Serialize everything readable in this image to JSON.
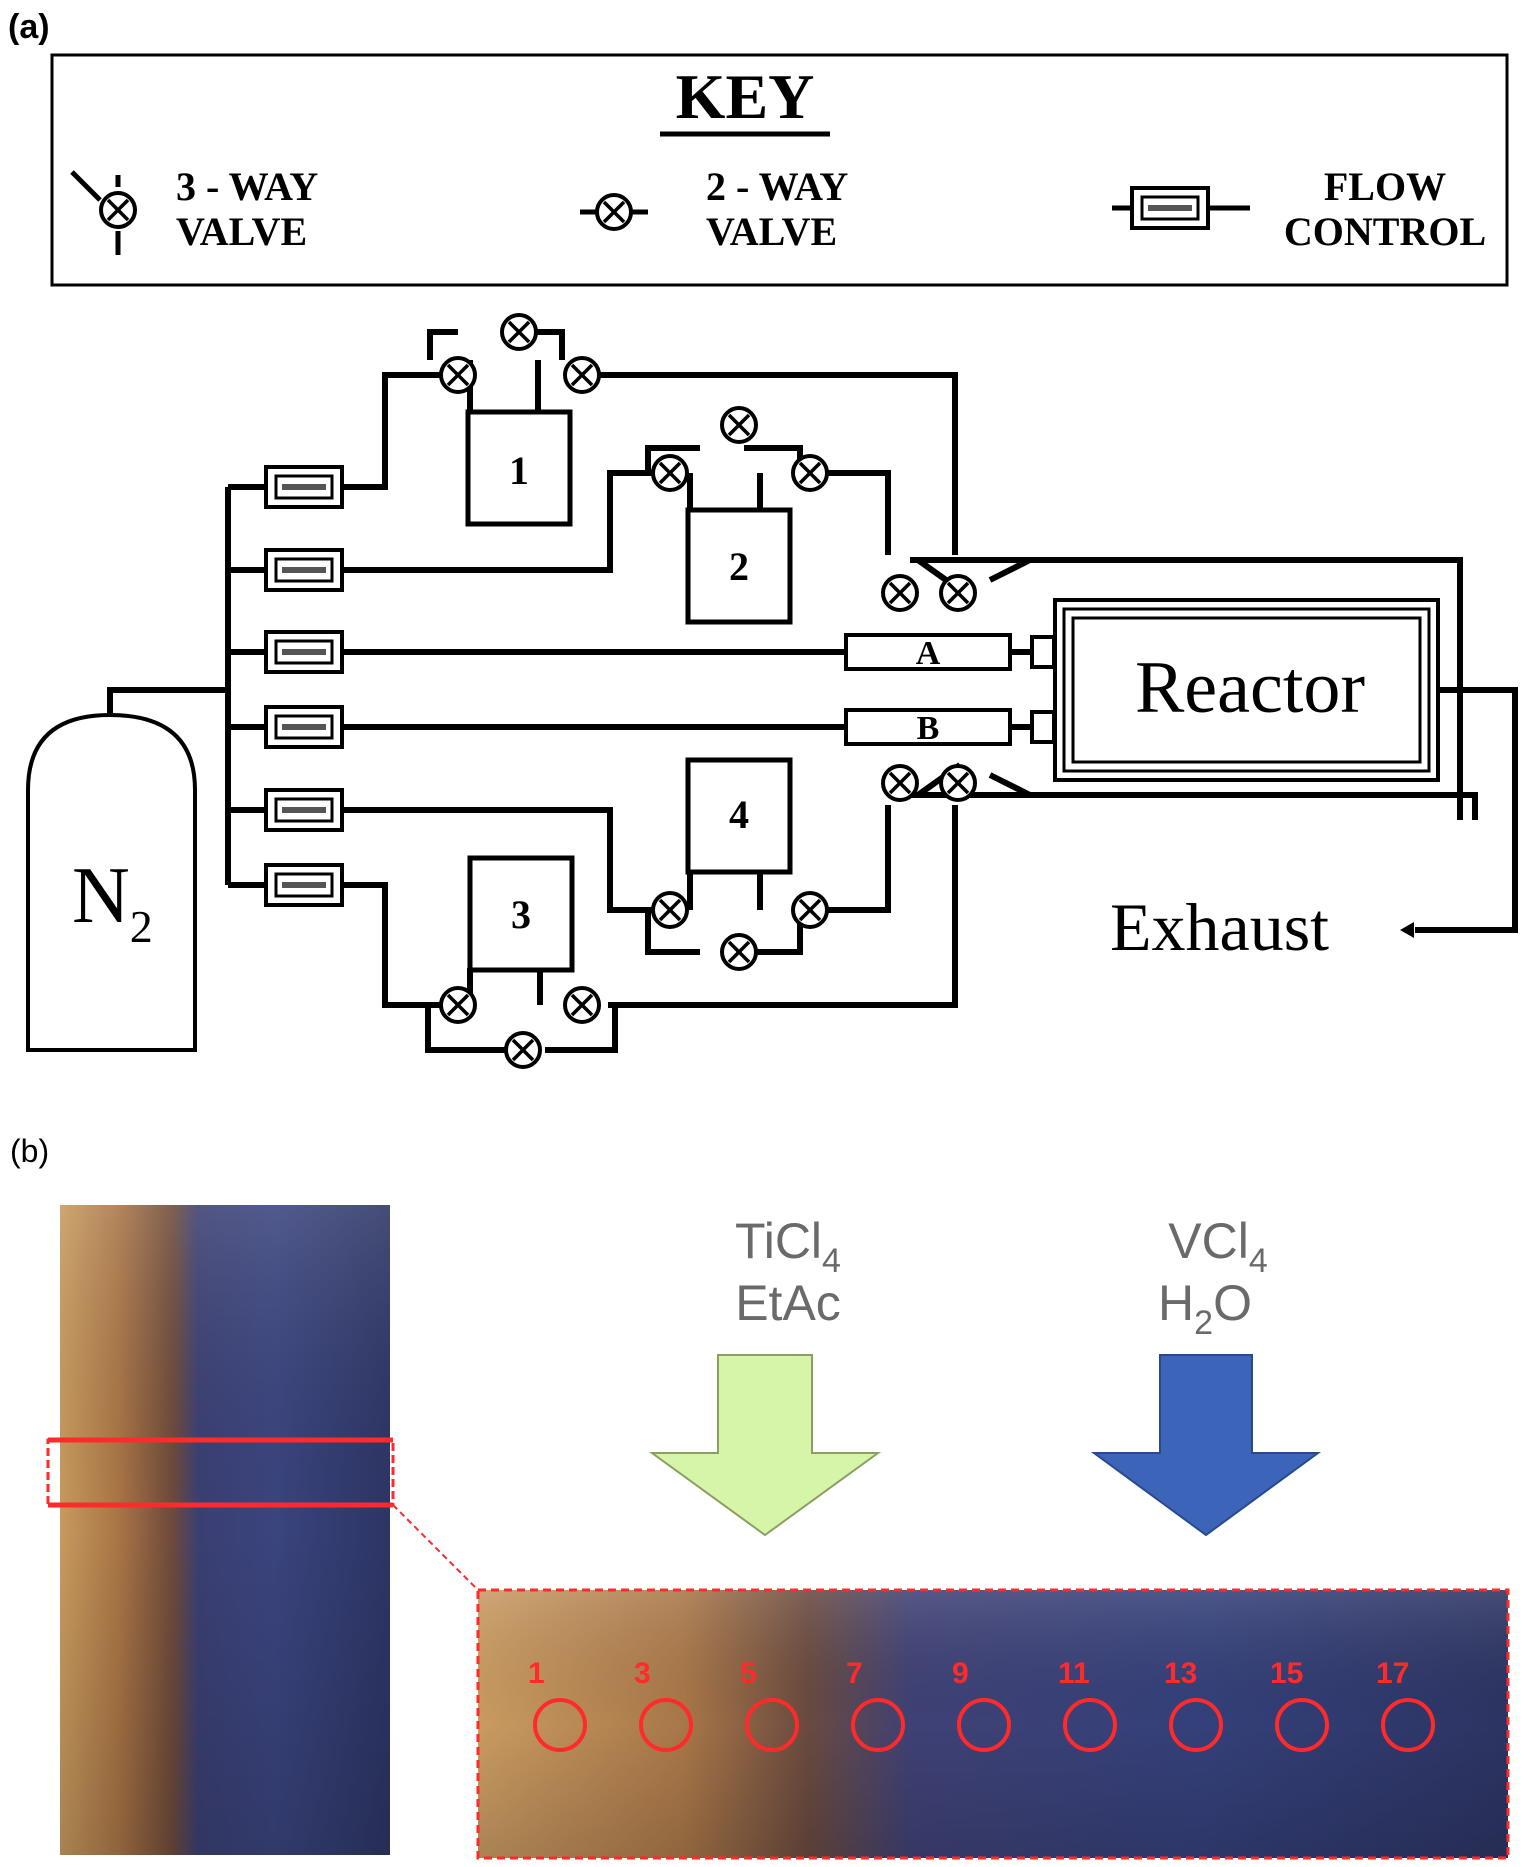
{
  "panel_a": {
    "label": "(a)",
    "key": {
      "title": "KEY",
      "three_way": {
        "line1": "3 - WAY",
        "line2": "VALVE"
      },
      "two_way": {
        "line1": "2 - WAY",
        "line2": "VALVE"
      },
      "flow": {
        "line1": "FLOW",
        "line2": "CONTROL"
      }
    },
    "bubblers": [
      "1",
      "2",
      "3",
      "4"
    ],
    "mixers": [
      "A",
      "B"
    ],
    "reactor": "Reactor",
    "gas": {
      "main": "N",
      "sub": "2"
    },
    "exhaust": "Exhaust"
  },
  "panel_b": {
    "label": "(b)",
    "precursor1": {
      "l1_main": "TiCl",
      "l1_sub": "4",
      "l2": "EtAc",
      "arrow_color": "#d6f5a8"
    },
    "precursor2": {
      "l1_main": "VCl",
      "l1_sub": "4",
      "l2_pre": "H",
      "l2_sub": "2",
      "l2_post": "O",
      "arrow_color": "#3c64b8"
    },
    "points": [
      "1",
      "3",
      "5",
      "7",
      "9",
      "11",
      "13",
      "15",
      "17"
    ],
    "highlight_color": "#ff2a2a"
  }
}
